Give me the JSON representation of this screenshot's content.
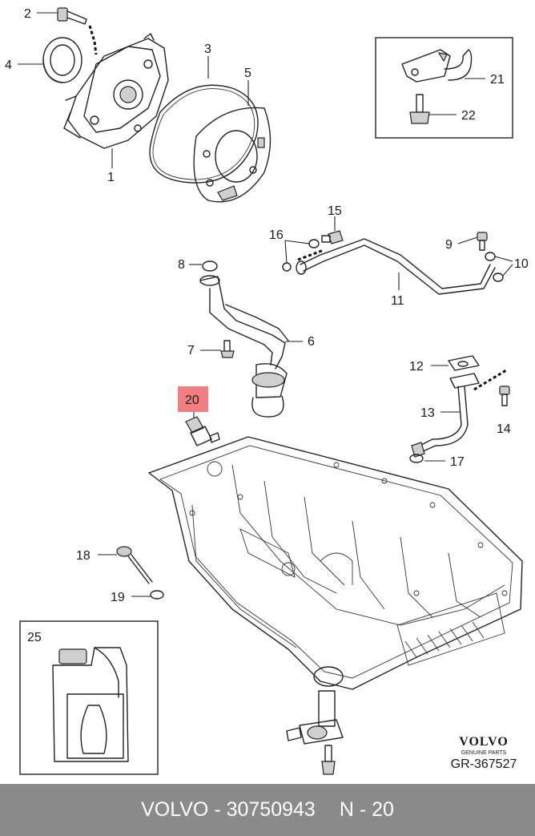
{
  "callouts": {
    "c1": "1",
    "c2": "2",
    "c3": "3",
    "c4": "4",
    "c5": "5",
    "c6": "6",
    "c7": "7",
    "c8": "8",
    "c9": "9",
    "c10": "10",
    "c11": "11",
    "c12": "12",
    "c13": "13",
    "c14": "14",
    "c15": "15",
    "c16": "16",
    "c17": "17",
    "c18": "18",
    "c19": "19",
    "c20": "20",
    "c21": "21",
    "c22": "22",
    "c25": "25"
  },
  "highlight": {
    "part": "20",
    "color": "#f08080"
  },
  "brand": {
    "name": "VOLVO",
    "tagline": "GENUINE PARTS",
    "ref": "GR-367527"
  },
  "footer": {
    "left": "VOLVO - 30750943",
    "right": "N - 20",
    "background": "#8a8a8a"
  }
}
